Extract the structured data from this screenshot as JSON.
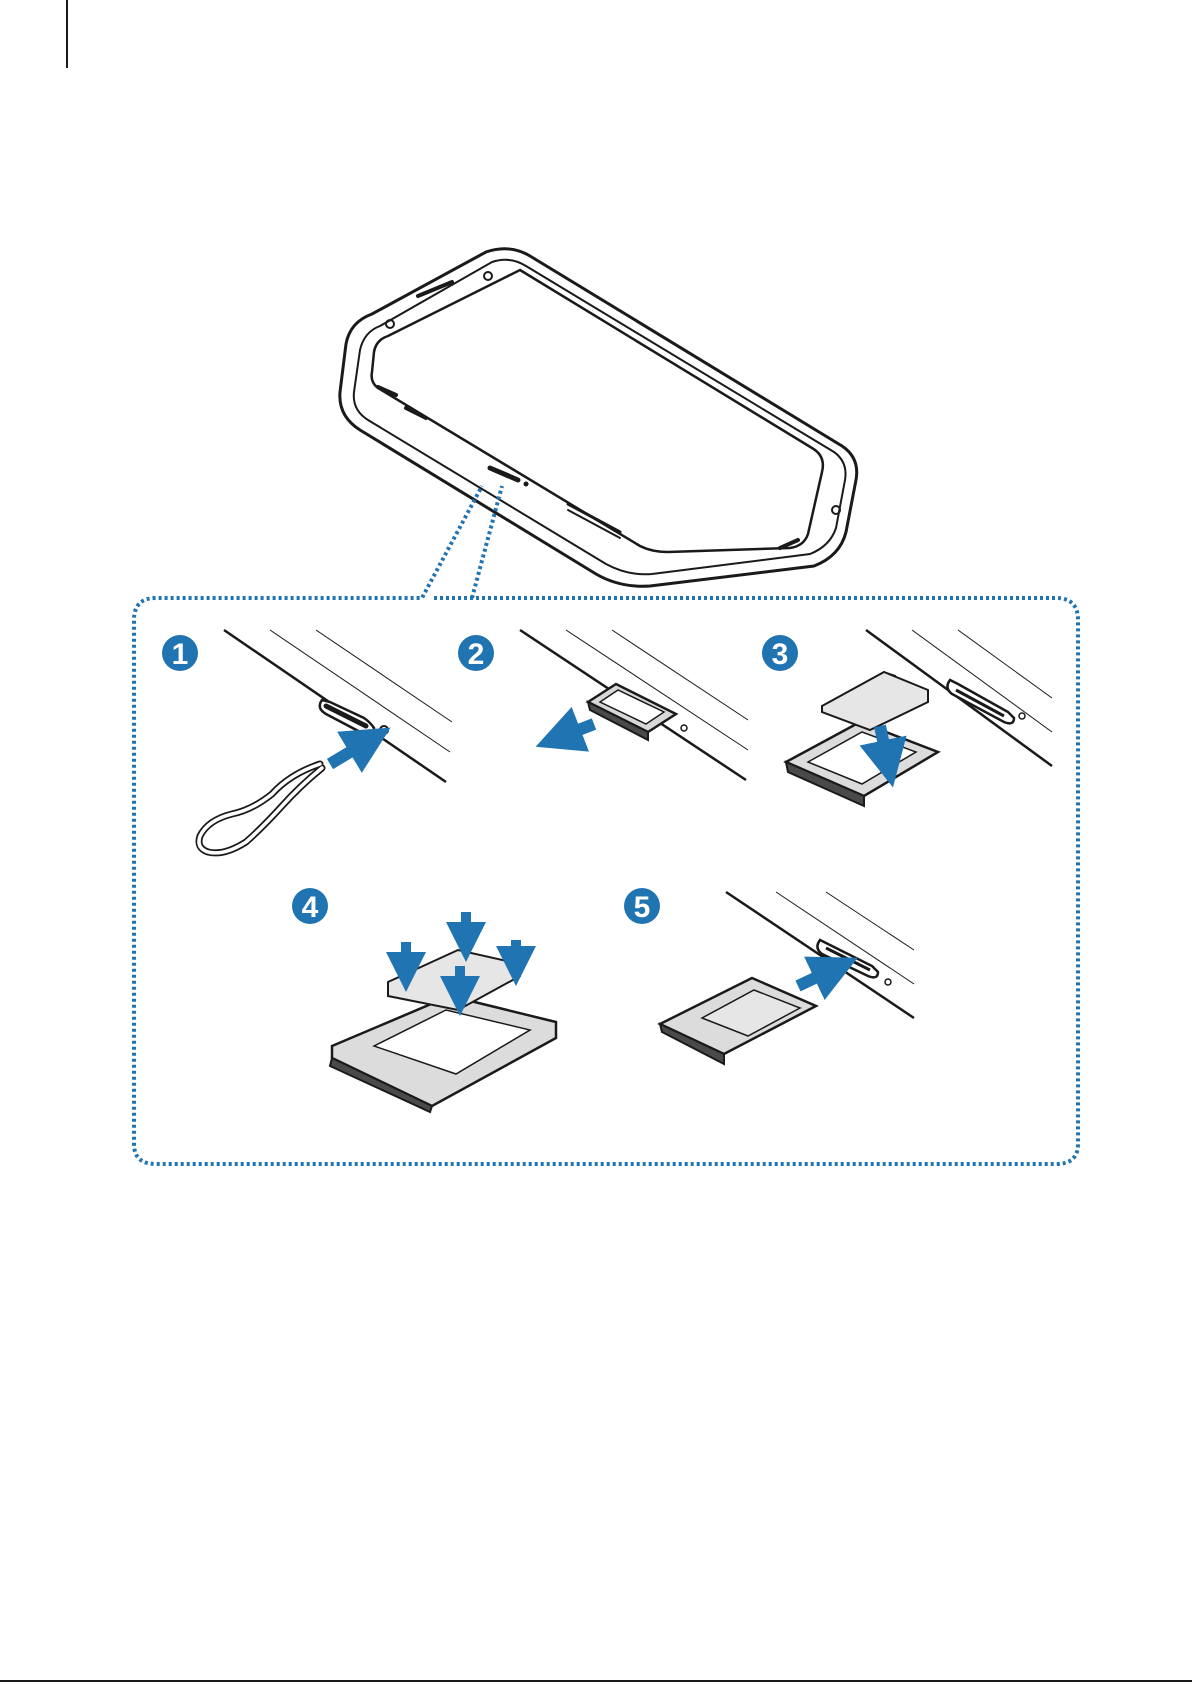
{
  "colors": {
    "accent": "#1f74b1",
    "outline": "#1a1a1a",
    "tray_dark": "#4a4a4a",
    "card_fill": "#e6e6e6"
  },
  "steps": [
    {
      "number": "1"
    },
    {
      "number": "2"
    },
    {
      "number": "3"
    },
    {
      "number": "4"
    },
    {
      "number": "5"
    }
  ]
}
